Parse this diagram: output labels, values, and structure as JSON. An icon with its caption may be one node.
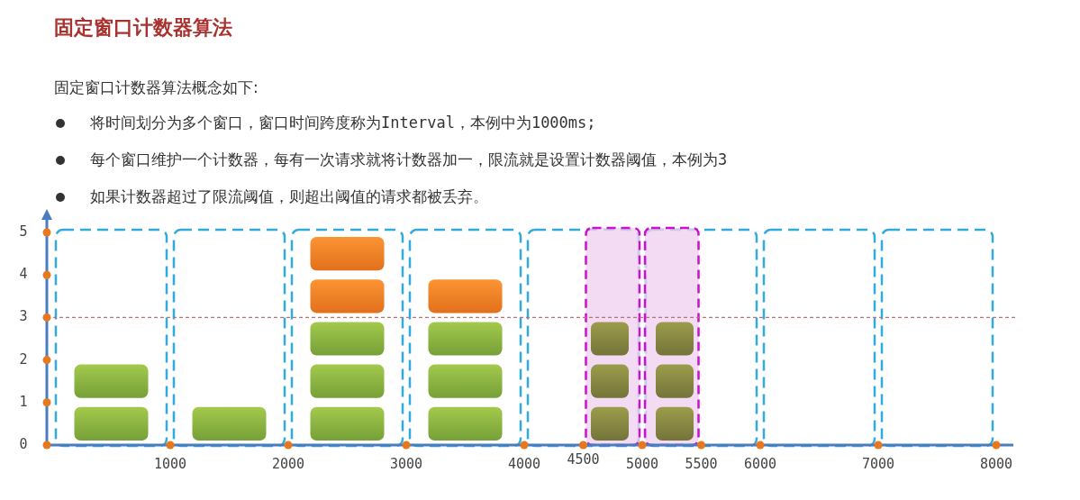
{
  "diagram": {
    "title": "固定窗口计数器算法",
    "labels": [
      "固定窗口计数器算法概念如下:",
      "将时间划分为多个窗口，窗口时间跨度称为Interval，本例中为1000ms;",
      "每个窗口维护一个计数器，每有一次请求就将计数器加一，限流就是设置计数器阈值，本例为3",
      "如果计数器超过了限流阈值，则超出阈值的请求都被丢弃。",
      "5",
      "4",
      "3",
      "2",
      "1",
      "0",
      "1000",
      "2000",
      "3000",
      "4000",
      "4500",
      "5000",
      "5500",
      "6000",
      "7000",
      "8000"
    ]
  }
}
